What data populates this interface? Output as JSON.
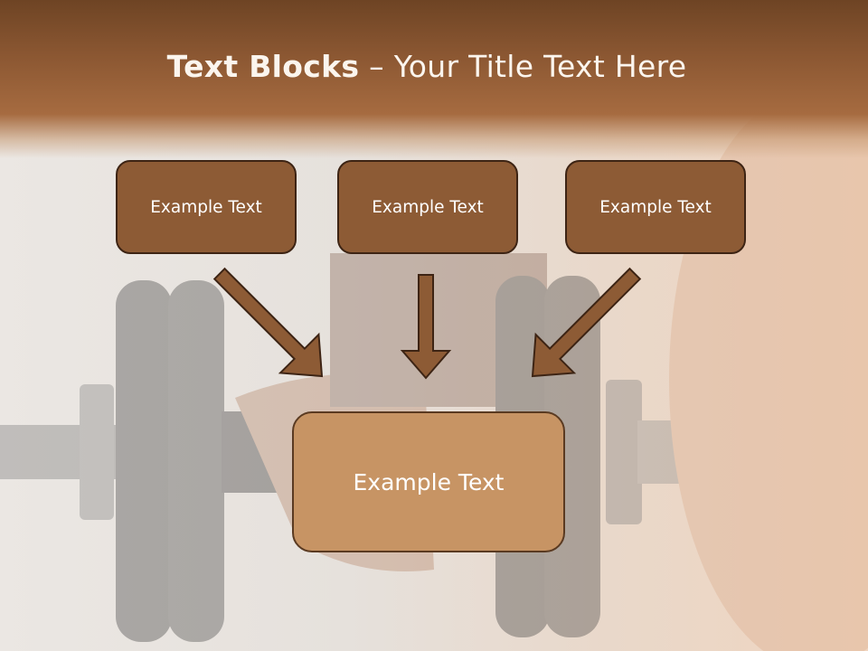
{
  "slide": {
    "title_bold": "Text Blocks",
    "title_rest": " – Your Title Text Here",
    "boxes": [
      {
        "label": "Example Text"
      },
      {
        "label": "Example Text"
      },
      {
        "label": "Example Text"
      }
    ],
    "main_box": {
      "label": "Example Text"
    },
    "colors": {
      "band": "#8b5732",
      "small_box_fill": "#8d5b35",
      "small_box_border": "#3d2414",
      "main_box_fill": "#c79464",
      "arrow_fill": "#8d5b35"
    }
  }
}
